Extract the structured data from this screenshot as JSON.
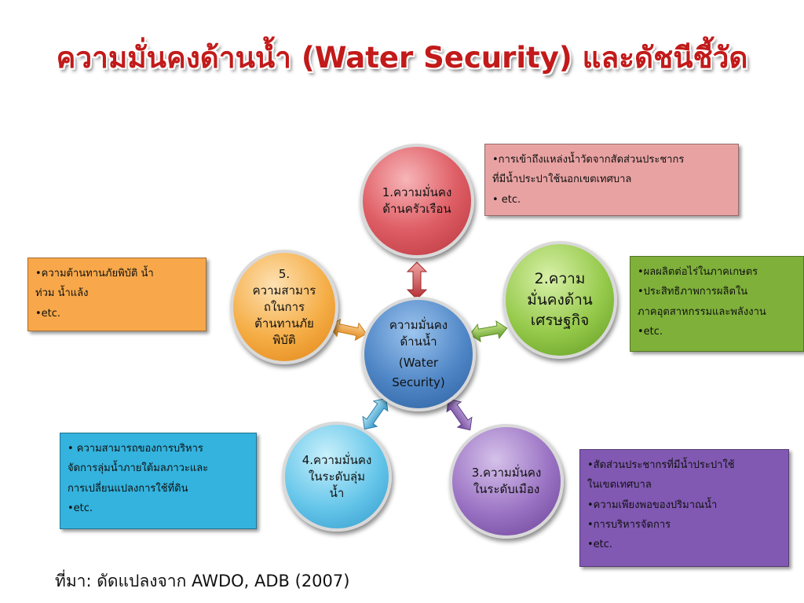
{
  "title": "ความมั่นคงด้านน้ำ (Water Security) และดัชนีชี้วัด",
  "center": {
    "lines": [
      "ความมั่นคง",
      "ด้านน้ำ",
      "(Water",
      "Security)"
    ]
  },
  "dimensions": [
    {
      "key": "household",
      "lines": [
        "1.ความมั่นคง",
        "ด้านครัวเรือน"
      ],
      "color": "#d9545c"
    },
    {
      "key": "economic",
      "lines": [
        "2.ความ",
        "มั่นคงด้าน",
        "เศรษฐกิจ"
      ],
      "color": "#8ac13c"
    },
    {
      "key": "urban",
      "lines": [
        "3.ความมั่นคง",
        "ในระดับเมือง"
      ],
      "color": "#8e62b4"
    },
    {
      "key": "basin",
      "lines": [
        "4.ความมั่นคง",
        "ในระดับลุ่ม",
        "น้ำ"
      ],
      "color": "#4fb7e0"
    },
    {
      "key": "resilience",
      "lines": [
        "5.",
        "ความสามาร",
        "ถในการ",
        "ต้านทานภัย",
        "พิบัติ"
      ],
      "color": "#f2a33a"
    }
  ],
  "indicators": {
    "household": [
      "•การเข้าถึงแหล่งน้ำวัดจากสัดส่วนประชากร",
      "ที่มีน้ำประปาใช้นอกเขตเทศบาล",
      "• etc."
    ],
    "economic": [
      "•ผลผลิตต่อไร่ในภาคเกษตร",
      "•ประสิทธิภาพการผลิตใน",
      "ภาคอุตสาหกรรมและพลังงาน",
      "•etc."
    ],
    "urban": [
      "•สัดส่วนประชากรที่มีน้ำประปาใช้",
      "ในเขตเทศบาล",
      "•ความเพียงพอของปริมาณน้ำ",
      "•การบริหารจัดการ",
      "•etc."
    ],
    "basin": [
      "• ความสามารถของการบริหาร",
      "จัดการลุ่มน้ำภายใต้มลภาวะและ",
      "การเปลี่ยนแปลงการใช้ที่ดิน",
      "•etc."
    ],
    "resilience": [
      "•ความต้านทานภัยพิบัติ น้ำ",
      "ท่วม น้ำแล้ง",
      "•etc."
    ]
  },
  "box_colors": {
    "household": "#e9a2a2",
    "economic": "#7fb13a",
    "urban": "#8159b3",
    "basin": "#33b3de",
    "resilience": "#f8a84a"
  },
  "source": "ที่มา:  ดัดแปลงจาก AWDO, ADB (2007)"
}
